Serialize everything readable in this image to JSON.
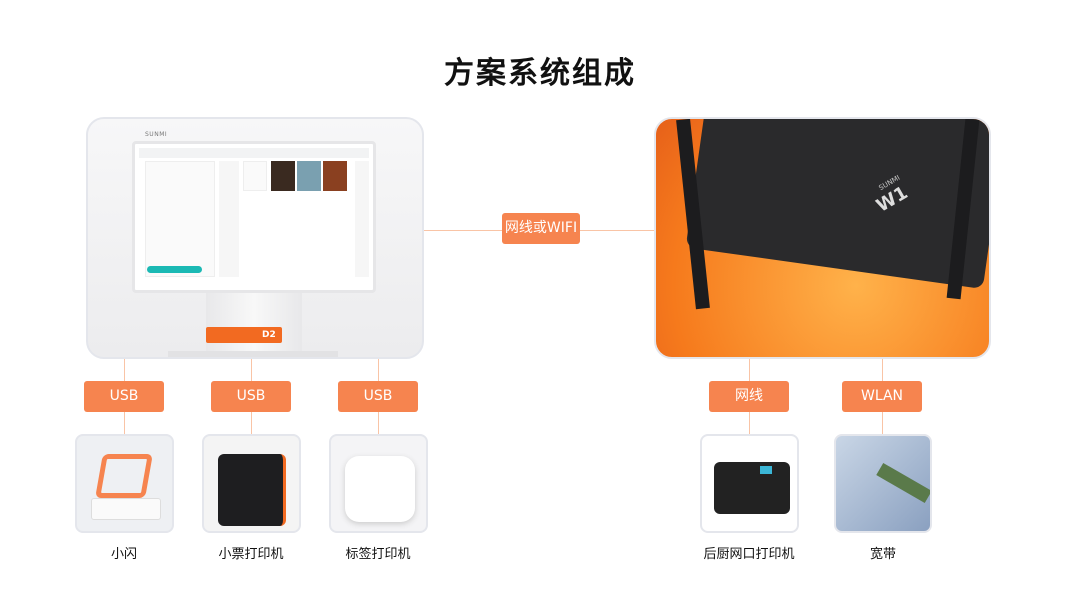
{
  "title": "方案系统组成",
  "pos": {
    "brand": "SUNMI",
    "model": "D2"
  },
  "router": {
    "model": "W1",
    "brand": "SUNMI"
  },
  "connection_label": "网线或WIFI",
  "left_devices": [
    {
      "link": "USB",
      "name": "小闪"
    },
    {
      "link": "USB",
      "name": "小票打印机"
    },
    {
      "link": "USB",
      "name": "标签打印机"
    }
  ],
  "right_devices": [
    {
      "link": "网线",
      "name": "后厨网口打印机"
    },
    {
      "link": "WLAN",
      "name": "宽带"
    }
  ],
  "colors": {
    "accent": "#f6844f",
    "line": "#f9c4a6",
    "border": "#e4e6ec",
    "pos_screen_accent": "#1bb9b4"
  }
}
